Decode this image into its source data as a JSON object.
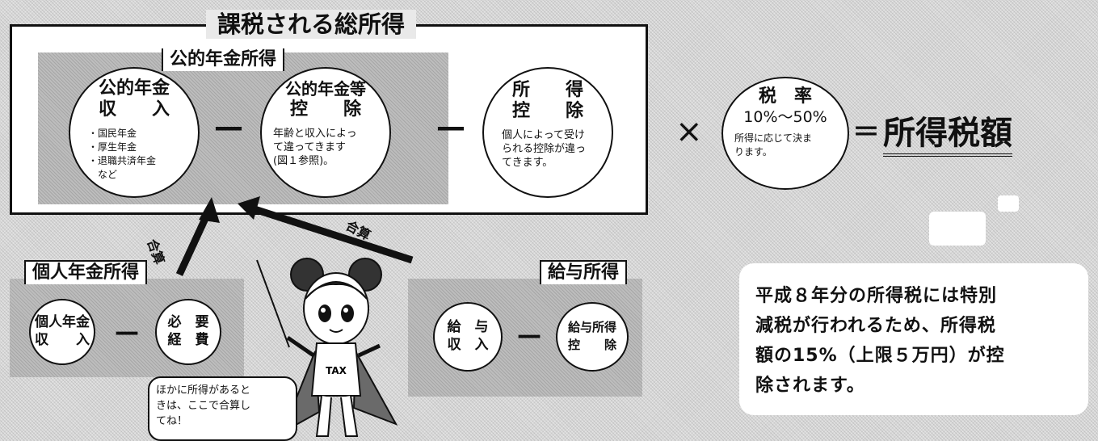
{
  "main": {
    "title": "課税される総所得",
    "pension_label": "公的年金所得",
    "pension_income": {
      "title_line1": "公的年金",
      "title_line2": "収　　入",
      "items": [
        "・国民年金",
        "・厚生年金",
        "・退職共済年金",
        "　など"
      ]
    },
    "minus1": "—",
    "pension_deduction": {
      "title_line1": "公的年金等",
      "title_line2": "控　　除",
      "desc_line1": "年齢と収入によっ",
      "desc_line2": "て違ってきます",
      "desc_line3": "(図１参照)。"
    },
    "minus2": "—",
    "income_deduction": {
      "title_line1": "所　　得",
      "title_line2": "控　　除",
      "desc_line1": "個人によって受け",
      "desc_line2": "られる控除が違っ",
      "desc_line3": "てきます。"
    }
  },
  "times": "×",
  "tax_rate": {
    "title": "税　率",
    "range": "10%～50%",
    "desc_line1": "所得に応じて決ま",
    "desc_line2": "ります。"
  },
  "equals": "＝",
  "result": "所得税額",
  "arrows": {
    "left_label": "合算",
    "right_label": "合算"
  },
  "personal_pension": {
    "label": "個人年金所得",
    "income_line1": "個人年金",
    "income_line2": "収　　入",
    "minus": "—",
    "expense_line1": "必　要",
    "expense_line2": "経　費"
  },
  "salary": {
    "label": "給与所得",
    "income_line1": "給　与",
    "income_line2": "収　入",
    "minus": "—",
    "deduction_line1": "給与所得",
    "deduction_line2": "控　　除"
  },
  "bubble": {
    "line1": "ほかに所得があると",
    "line2": "きは、ここで合算し",
    "line3": "てね！"
  },
  "character_badge": "TAX",
  "note": {
    "line1": "平成８年分の所得税には特別",
    "line2": "減税が行われるため、所得税",
    "line3": "額の15%（上限５万円）が控",
    "line4": "除されます。"
  }
}
